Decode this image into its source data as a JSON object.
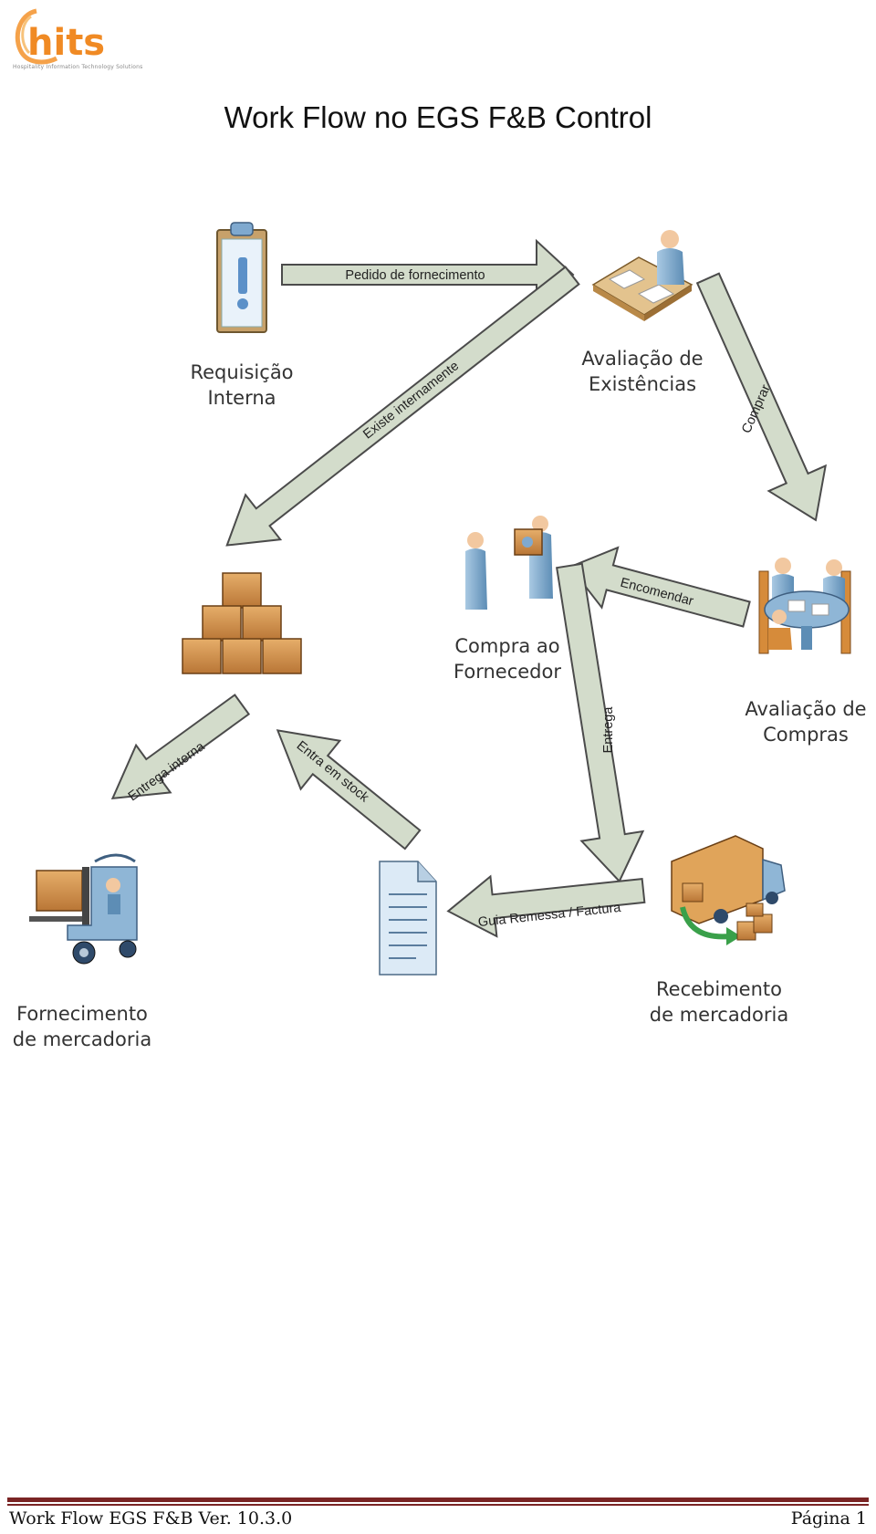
{
  "logo": {
    "text": "hits",
    "tagline": "Hospitality Information Technology Solutions",
    "colors": {
      "orange": "#f08a24",
      "white": "#ffffff"
    }
  },
  "title": "Work Flow no EGS F&B Control",
  "nodes": {
    "requisicao": {
      "line1": "Requisição",
      "line2": "Interna",
      "icon": "clipboard-icon"
    },
    "avaliacao_existencias": {
      "line1": "Avaliação de",
      "line2": "Existências",
      "icon": "desk-worker-icon"
    },
    "stock": {
      "icon": "boxes-stack-icon"
    },
    "compra_fornecedor": {
      "line1": "Compra ao",
      "line2": "Fornecedor",
      "icon": "handshake-icon"
    },
    "avaliacao_compras": {
      "line1": "Avaliação de",
      "line2": "Compras",
      "icon": "meeting-table-icon"
    },
    "fornecimento": {
      "line1": "Fornecimento",
      "line2": "de mercadoria",
      "icon": "forklift-icon"
    },
    "documento": {
      "icon": "document-icon"
    },
    "recebimento": {
      "line1": "Recebimento",
      "line2": "de mercadoria",
      "icon": "delivery-truck-icon"
    }
  },
  "arrows": {
    "pedido": "Pedido de fornecimento",
    "existe": "Existe internamente",
    "comprar": "Comprar",
    "encomendar": "Encomendar",
    "entrega": "Entrega",
    "entrega_interna": "Entrega interna",
    "entra_stock": "Entra em stock",
    "guia": "Guia Remessa / Factura"
  },
  "colors": {
    "arrow_fill": "#d3dccb",
    "arrow_stroke": "#4b4b4b",
    "box": "#d89a55",
    "person": "#8fb6d6",
    "accent_red": "#7a2424"
  },
  "footer": {
    "left": "Work Flow EGS F&B Ver. 10.3.0",
    "right": "Página 1"
  }
}
